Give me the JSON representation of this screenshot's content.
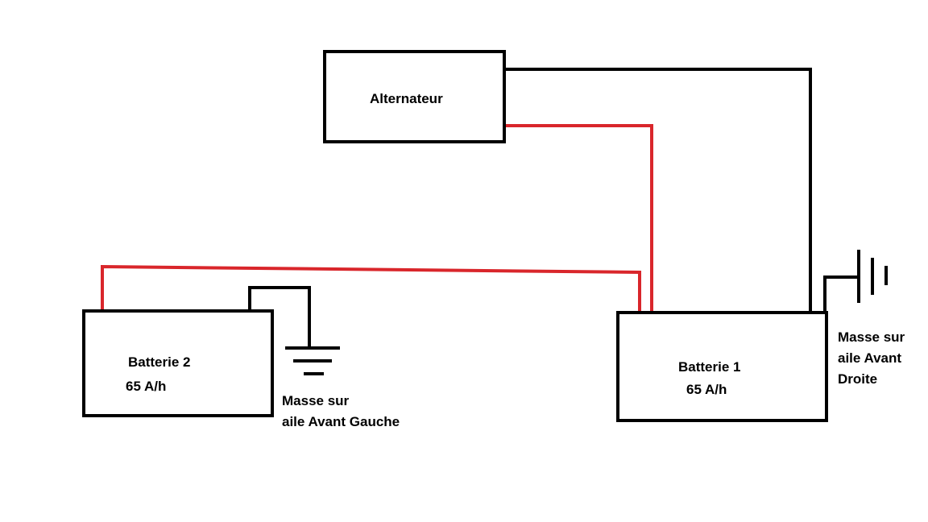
{
  "colors": {
    "wire_positive": "#d9262b",
    "wire_ground": "#000000",
    "background": "#ffffff"
  },
  "alternator": {
    "label": "Alternateur"
  },
  "battery_1": {
    "name": "Batterie 1",
    "capacity": "65 A/h"
  },
  "battery_2": {
    "name": "Batterie 2",
    "capacity": "65 A/h"
  },
  "ground_right": {
    "line1": "Masse sur",
    "line2": "aile Avant",
    "line3": "Droite"
  },
  "ground_left": {
    "line1": "Masse sur",
    "line2": "aile Avant Gauche"
  }
}
